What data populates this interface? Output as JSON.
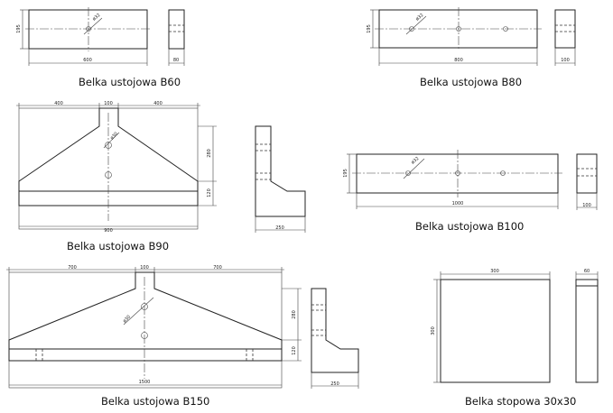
{
  "b60": {
    "caption": "Belka ustojowa B60",
    "width": "600",
    "height": "195",
    "hole": "ø32",
    "side": "80"
  },
  "b80": {
    "caption": "Belka ustojowa B80",
    "width": "800",
    "height": "195",
    "hole": "ø32",
    "side": "100"
  },
  "b90": {
    "caption": "Belka ustojowa B90",
    "left": "400",
    "middle": "100",
    "right": "400",
    "total": "900",
    "height_top": "280",
    "height_bottom": "120",
    "hole": "ø30",
    "side": "250"
  },
  "b100": {
    "caption": "Belka ustojowa B100",
    "width": "1000",
    "height": "195",
    "hole": "ø32",
    "side": "100"
  },
  "b150": {
    "caption": "Belka ustojowa B150",
    "left": "700",
    "middle": "100",
    "right": "700",
    "total": "1500",
    "height_top": "280",
    "height_bottom": "120",
    "hole": "ø30",
    "side": "250"
  },
  "stopowa": {
    "caption": "Belka stopowa 30x30",
    "width": "300",
    "height": "300",
    "side": "60"
  }
}
